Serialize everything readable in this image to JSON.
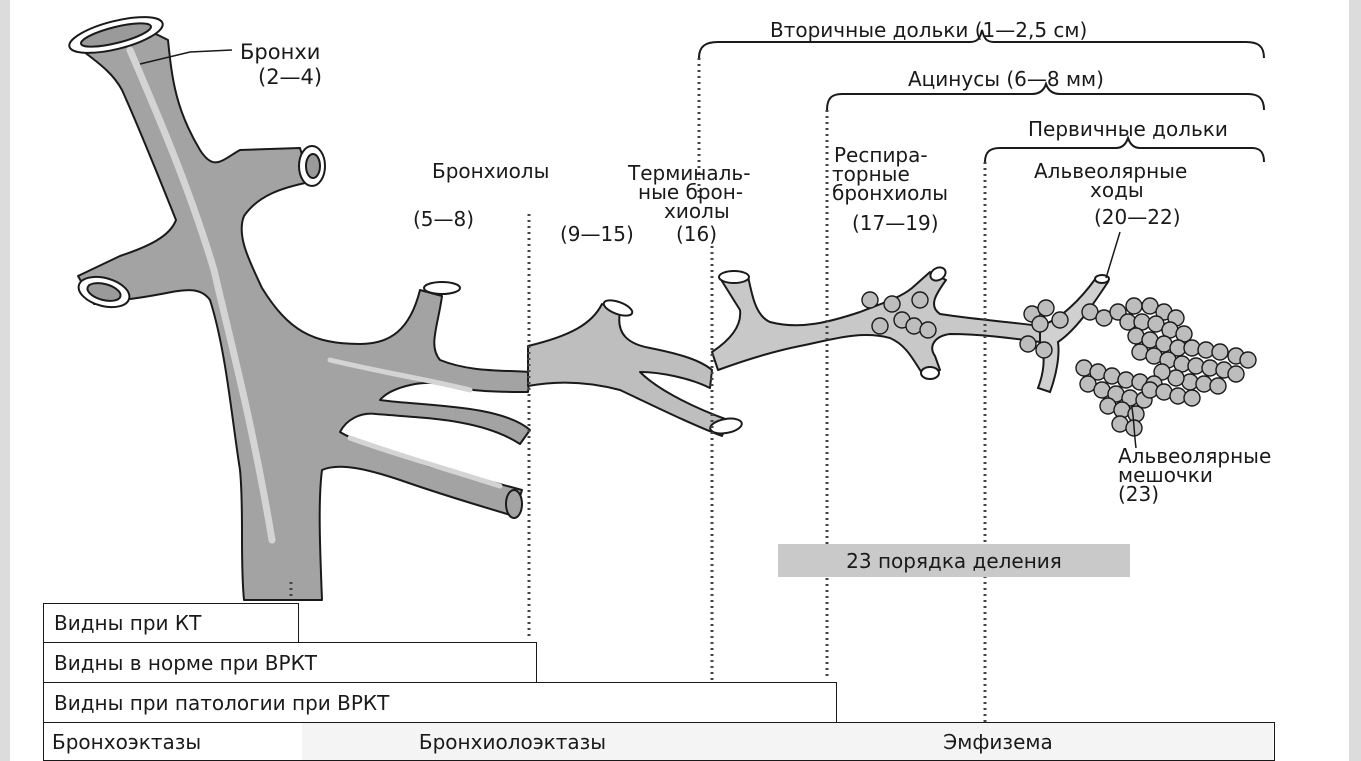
{
  "labels": {
    "bronchi": "Бронхи",
    "bronchi_range": "(2—4)",
    "bronchioles": "Бронхиолы",
    "bronchioles_range": "(5—8)",
    "terminal_l1": "Терминаль-",
    "terminal_l2": "ные брон-",
    "terminal_l3": "хиолы",
    "terminal_range_a": "(9—15)",
    "terminal_range_b": "(16)",
    "respiratory_l1": "Респира-",
    "respiratory_l2": "торные",
    "respiratory_l3": "бронхиолы",
    "respiratory_range": "(17—19)",
    "ducts_l1": "Альвеолярные",
    "ducts_l2": "ходы",
    "ducts_range": "(20—22)",
    "sacs_l1": "Альвеолярные",
    "sacs_l2": "мешочки",
    "sacs_range": "(23)",
    "secondary_lobules": "Вторичные дольки (1—2,5 см)",
    "acini": "Ацинусы (6—8 мм)",
    "primary_lobules": "Первичные дольки",
    "division_orders": "23 порядка деления"
  },
  "visibility_bars": {
    "ct": "Видны при КТ",
    "hrct_normal": "Видны в норме при ВРКТ",
    "hrct_pathology": "Видны при патологии при ВРКТ"
  },
  "disease_bar": {
    "bronchiectasis": "Бронхоэктазы",
    "bronchiolectasis": "Бронхиолоэктазы",
    "emphysema": "Эмфизема"
  },
  "colors": {
    "airway_fill": "#a3a3a3",
    "airway_light": "#d4d4d4",
    "alveoli_fill": "#bdbdbd",
    "stroke": "#1a1a1a",
    "tag_bg": "#c9c9c9"
  }
}
